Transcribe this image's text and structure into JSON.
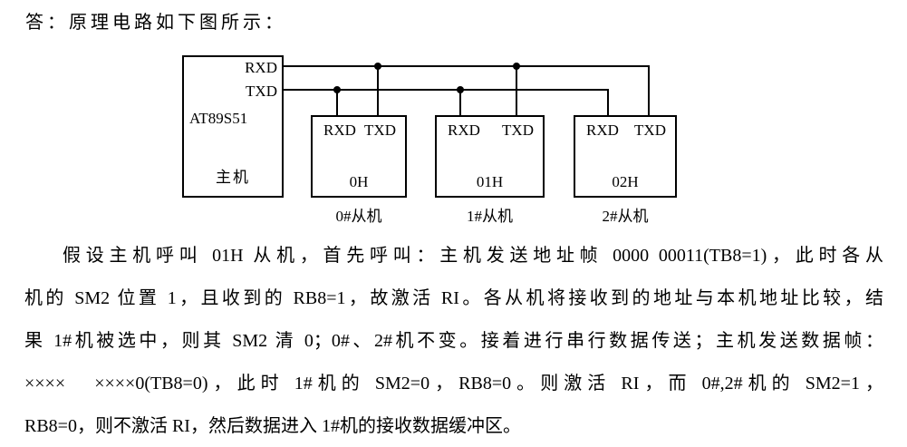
{
  "title": "答：原理电路如下图所示：",
  "diagram": {
    "master": {
      "rxd": "RXD",
      "txd": "TXD",
      "chip": "AT89S51",
      "name": "主机"
    },
    "slaves": [
      {
        "rxd": "RXD",
        "txd": "TXD",
        "address": "0H",
        "caption": "0#从机"
      },
      {
        "rxd": "RXD",
        "txd": "TXD",
        "address": "01H",
        "caption": "1#从机"
      },
      {
        "rxd": "RXD",
        "txd": "TXD",
        "address": "02H",
        "caption": "2#从机"
      }
    ]
  },
  "body": {
    "lines": [
      "假设主机呼叫 01H 从机，首先呼叫：主机发送地址帧 0000  00011(TB8=1)，此时各从",
      "机的 SM2 位置 1，且收到的 RB8=1，故激活 RI。各从机将接收到的地址与本机地址比较，结",
      "果 1#机被选中，则其 SM2 清 0；0#、2#机不变。接着进行串行数据传送；主机发送数据帧：",
      "××××　××××0(TB8=0)，此时 1#机的 SM2=0，RB8=0。则激活 RI，而 0#,2#机的 SM2=1，",
      "RB8=0，则不激活 RI，然后数据进入 1#机的接收数据缓冲区。"
    ]
  }
}
